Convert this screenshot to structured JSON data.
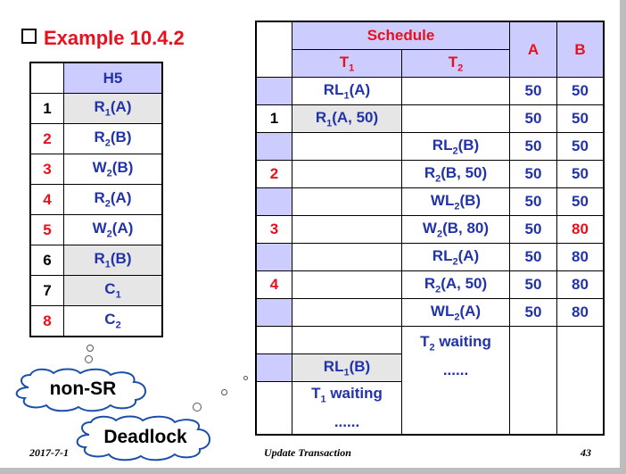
{
  "title": "Example 10.4.2",
  "h5": {
    "header": "H5",
    "rows": [
      {
        "idx": "1",
        "pre": "R",
        "sub": "1",
        "post": "(A)"
      },
      {
        "idx": "2",
        "pre": "R",
        "sub": "2",
        "post": "(B)"
      },
      {
        "idx": "3",
        "pre": "W",
        "sub": "2",
        "post": "(B)"
      },
      {
        "idx": "4",
        "pre": "R",
        "sub": "2",
        "post": "(A)"
      },
      {
        "idx": "5",
        "pre": "W",
        "sub": "2",
        "post": "(A)"
      },
      {
        "idx": "6",
        "pre": "R",
        "sub": "1",
        "post": "(B)"
      },
      {
        "idx": "7",
        "pre": "C",
        "sub": "1",
        "post": ""
      },
      {
        "idx": "8",
        "pre": "C",
        "sub": "2",
        "post": ""
      }
    ]
  },
  "schedule": {
    "header": "Schedule",
    "col_a": "A",
    "col_b": "B",
    "t1": {
      "pre": "T",
      "sub": "1"
    },
    "t2": {
      "pre": "T",
      "sub": "2"
    },
    "rows": [
      {
        "step": "",
        "t1": {
          "pre": "RL",
          "sub": "1",
          "post": "(A)"
        },
        "t2": {
          "pre": "",
          "sub": "",
          "post": ""
        },
        "a": "50",
        "b": "50"
      },
      {
        "step": "1",
        "t1": {
          "pre": "R",
          "sub": "1",
          "post": "(A, 50)"
        },
        "t2": {
          "pre": "",
          "sub": "",
          "post": ""
        },
        "a": "50",
        "b": "50"
      },
      {
        "step": "",
        "t1": {
          "pre": "",
          "sub": "",
          "post": ""
        },
        "t2": {
          "pre": "RL",
          "sub": "2",
          "post": "(B)"
        },
        "a": "50",
        "b": "50"
      },
      {
        "step": "2",
        "t1": {
          "pre": "",
          "sub": "",
          "post": ""
        },
        "t2": {
          "pre": "R",
          "sub": "2",
          "post": "(B, 50)"
        },
        "a": "50",
        "b": "50"
      },
      {
        "step": "",
        "t1": {
          "pre": "",
          "sub": "",
          "post": ""
        },
        "t2": {
          "pre": "WL",
          "sub": "2",
          "post": "(B)"
        },
        "a": "50",
        "b": "50"
      },
      {
        "step": "3",
        "t1": {
          "pre": "",
          "sub": "",
          "post": ""
        },
        "t2": {
          "pre": "W",
          "sub": "2",
          "post": "(B, 80)"
        },
        "a": "50",
        "b": "80"
      },
      {
        "step": "",
        "t1": {
          "pre": "",
          "sub": "",
          "post": ""
        },
        "t2": {
          "pre": "RL",
          "sub": "2",
          "post": "(A)"
        },
        "a": "50",
        "b": "80"
      },
      {
        "step": "4",
        "t1": {
          "pre": "",
          "sub": "",
          "post": ""
        },
        "t2": {
          "pre": "R",
          "sub": "2",
          "post": "(A, 50)"
        },
        "a": "50",
        "b": "80"
      },
      {
        "step": "",
        "t1": {
          "pre": "",
          "sub": "",
          "post": ""
        },
        "t2": {
          "pre": "WL",
          "sub": "2",
          "post": "(A)"
        },
        "a": "50",
        "b": "80"
      }
    ],
    "t2_waiting": {
      "pre": "T",
      "sub": "2",
      "post": " waiting",
      "dots": "......"
    },
    "t1_lock": {
      "pre": "RL",
      "sub": "1",
      "post": "(B)"
    },
    "t1_waiting": {
      "pre": "T",
      "sub": "1",
      "post": " waiting",
      "dots": "......"
    }
  },
  "clouds": {
    "non_sr": "non-SR",
    "deadlock": "Deadlock"
  },
  "footer": {
    "date": "2017-7-1",
    "center": "Update Transaction",
    "page": "43"
  },
  "colors": {
    "accent_red": "#e8101d",
    "text_blue": "#2233aa",
    "header_lavender": "#ccccff",
    "row_gray": "#e6e6e6"
  }
}
